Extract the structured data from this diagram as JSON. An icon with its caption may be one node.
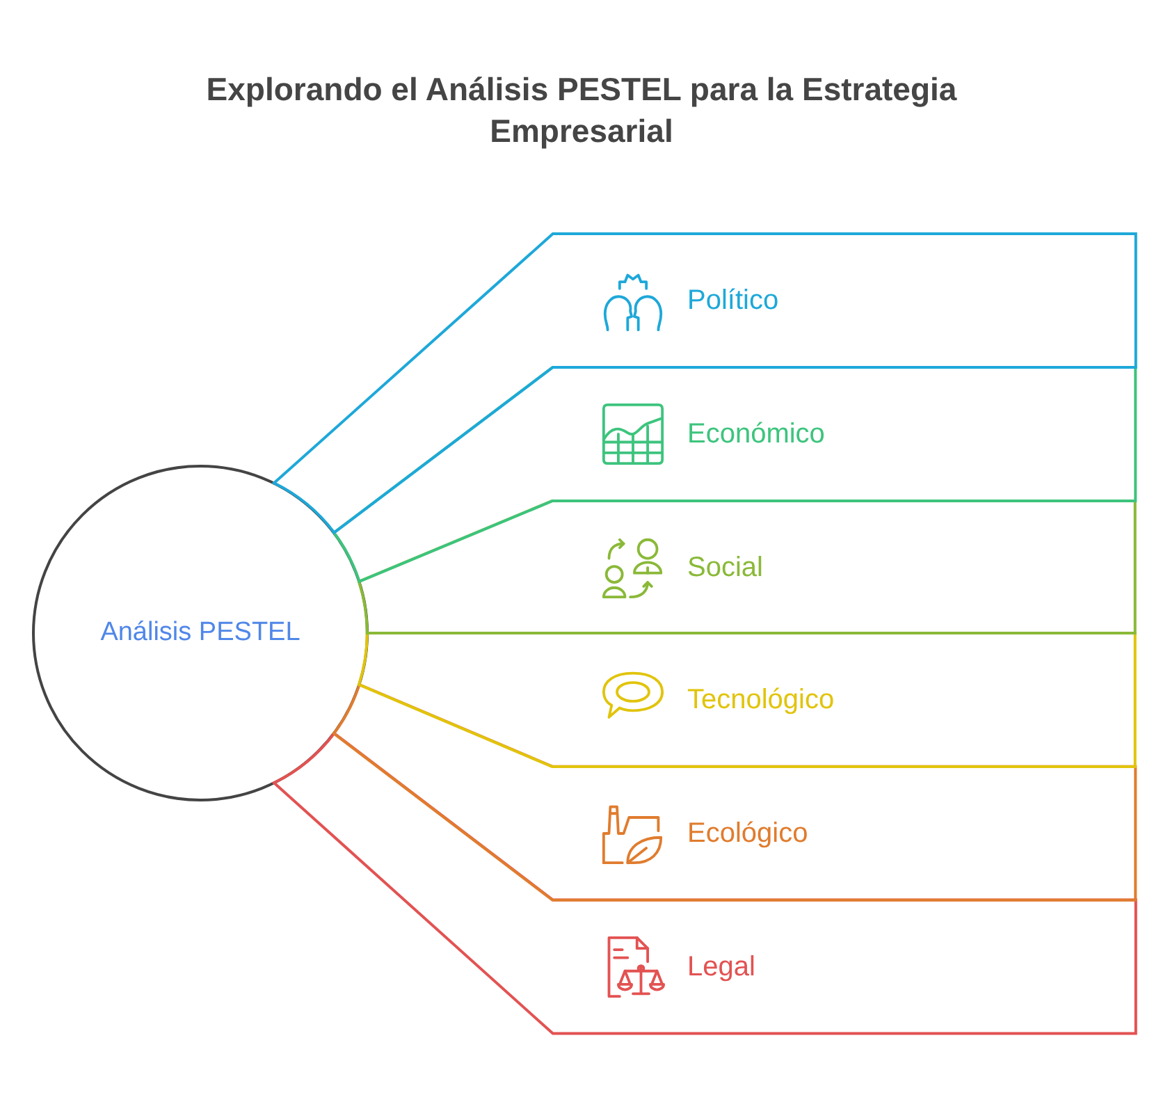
{
  "diagram": {
    "title": "Explorando el Análisis PESTEL para la Estrategia Empresarial",
    "nodes": [
      {
        "text": [
          "Análisis PESTEL"
        ]
      },
      {
        "text": [
          "Político"
        ]
      },
      {
        "text": [
          "Económico"
        ]
      },
      {
        "text": [
          "Social"
        ]
      },
      {
        "text": [
          "Tecnológico"
        ]
      },
      {
        "text": [
          "Ecológico"
        ]
      },
      {
        "text": [
          "Legal"
        ]
      }
    ]
  }
}
